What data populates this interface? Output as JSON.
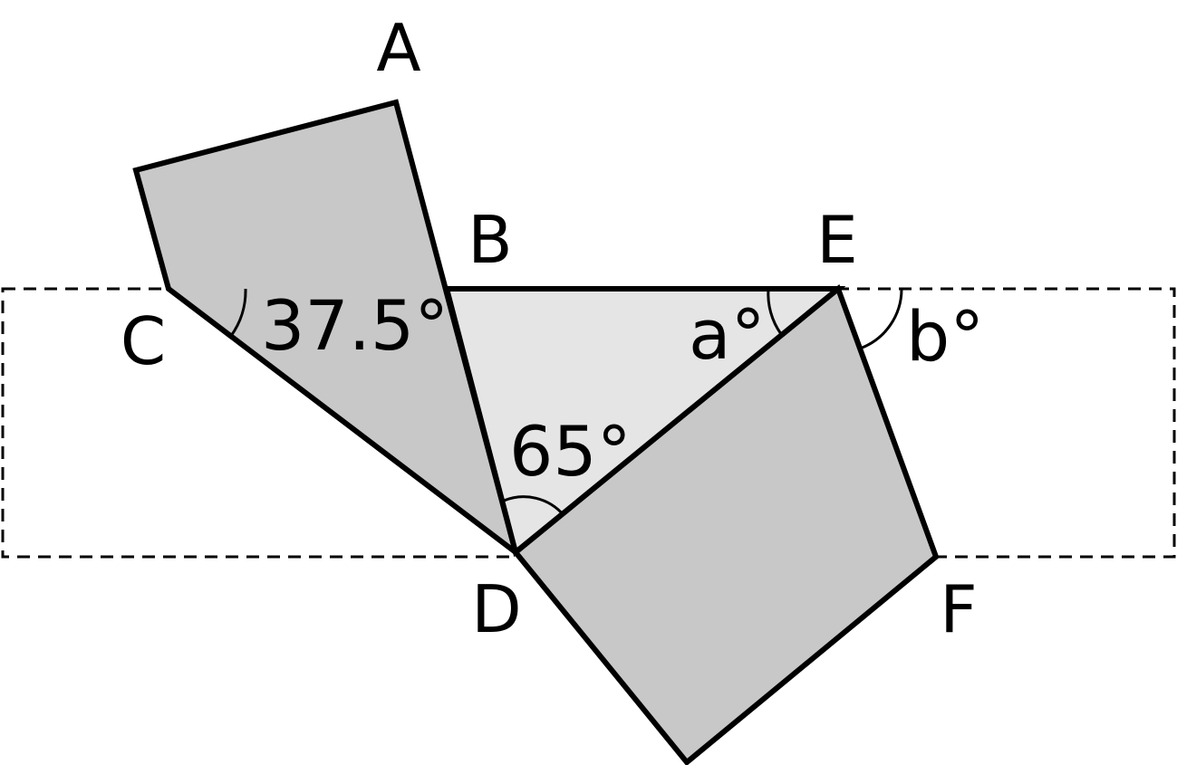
{
  "points": {
    "A": "A",
    "B": "B",
    "C": "C",
    "D": "D",
    "E": "E",
    "F": "F"
  },
  "angles": {
    "C": "37.5°",
    "D": "65°",
    "a": "a°",
    "b": "b°"
  },
  "colors": {
    "strip_border": "#000000",
    "shaded_strip": "#c8c8c8",
    "triangle_bde": "#e5e5e5",
    "stroke": "#000000",
    "background": "#ffffff"
  }
}
